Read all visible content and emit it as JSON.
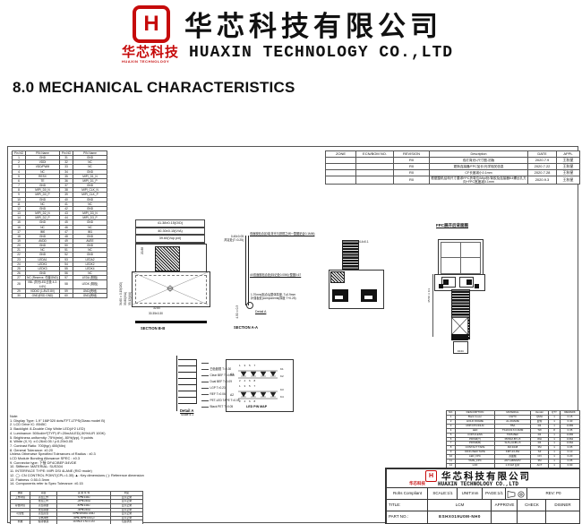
{
  "header": {
    "logo_text": "H",
    "brand_cn": "华芯科技",
    "brand_en": "HUAXIN TECHNOLOGY",
    "company_cn": "华芯科技有限公司",
    "company_en": "HUAXIN TECHNOLOGY CO.,LTD",
    "brand_red": "#c60b0b"
  },
  "section_title": "8.0 MECHANICAL CHARACTERISTICS",
  "pin_table": {
    "headers": [
      "Pin NO",
      "PIN Name",
      "Pin NO",
      "PIN Name"
    ],
    "rows": [
      [
        "1",
        "GND",
        "31",
        "GND"
      ],
      [
        "2",
        "VDDI",
        "32",
        "NC"
      ],
      [
        "3",
        "VDD/PWM",
        "33",
        "NC"
      ],
      [
        "4",
        "NC",
        "34",
        "GND"
      ],
      [
        "5",
        "RESX",
        "35",
        "MIPI_D1_N"
      ],
      [
        "6",
        "TE",
        "36",
        "MIPI_D1_P"
      ],
      [
        "7",
        "GND",
        "37",
        "GND"
      ],
      [
        "8",
        "MIPI_D0_N",
        "38",
        "MIPI_CLK_N"
      ],
      [
        "9",
        "MIPI_D0_P",
        "39",
        "MIPI_CLK_P"
      ],
      [
        "10",
        "GND",
        "40",
        "GND"
      ],
      [
        "11",
        "NC",
        "41",
        "NC"
      ],
      [
        "12",
        "GND",
        "42",
        "GND"
      ],
      [
        "13",
        "MIPI_D2_N",
        "43",
        "MIPI_D3_N"
      ],
      [
        "14",
        "MIPI_D2_P",
        "44",
        "MIPI_D3_P"
      ],
      [
        "15",
        "GND",
        "45",
        "GND"
      ],
      [
        "16",
        "NC",
        "46",
        "NC"
      ],
      [
        "17",
        "IM0",
        "47",
        "IM1"
      ],
      [
        "18",
        "GND",
        "48",
        "GND"
      ],
      [
        "19",
        "AVDD",
        "49",
        "AVEE"
      ],
      [
        "20",
        "GND",
        "50",
        "GND"
      ],
      [
        "21",
        "NC",
        "51",
        "NC"
      ],
      [
        "22",
        "GND",
        "52",
        "GND"
      ],
      [
        "23",
        "LEDA1",
        "53",
        "LEDA2"
      ],
      [
        "24",
        "LEDK1",
        "54",
        "LEDK2"
      ],
      [
        "25",
        "LEDK3",
        "55",
        "LEDK4"
      ],
      [
        "26",
        "GND",
        "56",
        "NC"
      ],
      [
        "27",
        "NC (Reserve, 勿接GND)",
        "57",
        "LEDA (阳极)"
      ],
      [
        "28",
        "VBL (背光LED正极 4.2-4.6V)",
        "58",
        "LEDK (阴极)"
      ],
      [
        "29",
        "VDDIO (1.8V/2.8V)",
        "59",
        "GND(壳地)"
      ],
      [
        "30",
        "GND(ESD GND)",
        "60",
        "GND(壳地)"
      ]
    ]
  },
  "revision_table": {
    "headers": [
      "ZONE",
      "ECN/BOM NO.",
      "REVISION",
      "Description",
      "DATE",
      "APPL"
    ],
    "rows": [
      [
        "",
        "",
        "R0",
        "双灯背光L尺寸图-初版",
        "2020.7.9",
        "王秋星"
      ],
      [
        "",
        "",
        "R0",
        "更换连接器/FPC加长/光学相关信息",
        "2020.7.22",
        "王秋星"
      ],
      [
        "",
        "",
        "R0",
        "CF长度减小0.1mm",
        "2020.7.28",
        "王秋星"
      ],
      [
        "",
        "",
        "R0",
        "根据整机结构尺寸要求FPC折弯位/Mipi处/背胶及连接器K4螺丝孔方向+FPC宽度减0.1mm",
        "2020.9.3",
        "王秋星"
      ]
    ]
  },
  "drawing": {
    "front_view": {
      "dims_top": [
        "41.38±0.15(O/D)",
        "40.30±0.15(V/A)",
        "39.60(Vop pxl)",
        "38.88(A/A)"
      ],
      "dim_inner": "20.88",
      "dims_left": [
        "34.60±0.15(O/D)",
        "33.80(V/A)",
        "33.12(A/A)"
      ],
      "dim_bottom1": "32.60",
      "dim_bottom2": "30.35±0.30",
      "section_label": "SECTION B-B"
    },
    "section_aa": {
      "note_top_left1": "0.40±0.05",
      "note_top_left2": "邦定处(T=0.25)",
      "note_top_right": "双面胶贴合区域(背光与铁框之间一整圈贴合0.1MM)",
      "note_mid": "4X双面胶贴合处(标记处0.05M)·整圈0.67",
      "note_bottom1": "1.70mm(贴合后整体厚度, T≤0.9mm",
      "note_bottom2": "补强板处(components)厚度 T+0.25)",
      "detail_label": "Detail A",
      "dim_left": "4.50±0.3",
      "section_label": "SECTION A-A"
    },
    "folded_view": {
      "dim_tip": "4.4±0.1"
    },
    "unfolded_view": {
      "title": "FPC展开后背面图",
      "dim_left": "35.50±0.3",
      "connector_label": "DF4C"
    },
    "detail_a": {
      "layers": [
        "白色胶框 T=0.30",
        "Clear BEF T=0.065",
        "Dual BEF T=0.09",
        "LGP T=0.23",
        "REF T=0.06",
        "PET-LED TAPE T=0.05",
        "Black PET T=0.05"
      ],
      "label": "Detail A",
      "scale": "Scale 5:1"
    },
    "led_pin_map": {
      "title": "LED PIN MAP",
      "rows": [
        {
          "label": "A1",
          "top": "1    3    5    7",
          "bottom": "2    4    6    8",
          "k_top": "K1",
          "k_bottom": "K2"
        },
        {
          "label": "A2",
          "top": "1    3    5    7",
          "bottom": "2    4    6    8",
          "k_top": "K3",
          "k_bottom": "K4"
        }
      ]
    }
  },
  "notes": {
    "lines": [
      "Note:",
      "1. Display Type: 1.9\" 168*320 dots/TFT-LTPS(Glass model B)",
      "2. LCD Drive IC: 8545C",
      "3. Backlight: 8-Double Chip White LED(4*2 LED)",
      "4. Luminance: 500cd/m²(TYP)  IF=20mA/LED(-50%/LIR 100K)",
      "5. Brightness uniformity: 75%(min), 80%(typ), 9 points",
      "6. White (X,Y): x:0.26±0.05 / y:0.29±0.05",
      "7. Contrast Ratio: 700(typ) 400(Min)",
      "8. General Tolerance: ±0.20",
      "    Unless Otherwise Specified Tolerances of Radius : ±0.3",
      "    LCD Module Bonding Allowance SPEC : ±0.3",
      "9. Connector type: 下接 DF4C/BEP-54VDE",
      "10. Stiffener: MATERIAL: SUS304",
      "11. INTERFACE TYPE: MIPI DSI 4LANE (RIO mode)",
      "12. ◯: CN CONTROL POINT(CPL=1.35)   ▲: Key dimensions  ( ): Reference dimension",
      "13. Flatness: 0.50-0.3mm",
      "14. Components refer to Spec Tolerance: ±0.15"
    ]
  },
  "env_table": {
    "headers": [
      "类别",
      "项目",
      "试 验 条 件",
      "判定"
    ],
    "rows": [
      [
        "工作环境",
        "高温工作",
        "70℃ 240H",
        "显示正常"
      ],
      [
        "",
        "低温工作",
        "-20℃ 240H",
        "显示正常"
      ],
      [
        "存储环境",
        "高温存储",
        "80℃ 240H",
        "显示正常"
      ],
      [
        "",
        "低温存储",
        "-30℃ 240H",
        "显示正常"
      ],
      [
        "可靠性",
        "高温高湿",
        "60℃ 90%RH 240H",
        "显示正常"
      ],
      [
        "",
        "冷热冲击",
        "-30℃~80℃ 100cyc",
        "显示正常"
      ],
      [
        "机械",
        "振动/跌落",
        "10-55Hz 1.5mm 2H",
        "包装状态"
      ]
    ]
  },
  "bom_table": {
    "headers": [
      "NO.",
      "DESCRIPTION",
      "MATERIAL",
      "Vendor",
      "QTY",
      "REMARK"
    ],
    "rows": [
      [
        "1",
        "Back Cover",
        "GW70",
        "QMH",
        "1",
        "0.15"
      ],
      [
        "2",
        "HOLD FRAME",
        "AL-FRAME",
        "白鹭",
        "1",
        "0.40"
      ],
      [
        "3",
        "MIPI FPC/FILM",
        "TBA",
        "R4",
        "1",
        "0.065"
      ],
      [
        "4",
        "LED",
        "TS19 R2.6 0.4MM",
        "TW",
        "8",
        "0.35"
      ],
      [
        "5",
        "COPC/LENS",
        "T065-BEF",
        "R4",
        "1",
        "0.065"
      ],
      [
        "6",
        "PRISM(T)",
        "PRISM-BT-L5",
        "WH",
        "1",
        "0.062"
      ],
      [
        "7",
        "PRISM(B)",
        "SUS+GNB-L5",
        "R4",
        "1",
        "0.062"
      ],
      [
        "8",
        "CONTACT TAPE",
        "3M-9448",
        "3M",
        "1",
        "0.05"
      ],
      [
        "9",
        "DIFFUSER TAPE",
        "KMT-23-9W",
        "SZ",
        "1",
        "0.10"
      ],
      [
        "10",
        "LED_FPC",
        "双面板",
        "CN",
        "1",
        "0.20"
      ],
      [
        "11",
        "TAPE_FPC",
        "ANT-HBNSPV",
        "3M",
        "1",
        "0.05"
      ],
      [
        "12",
        "LCD",
        "1.9 GM 白片",
        "ACT",
        "1",
        "0.90"
      ]
    ]
  },
  "title_block": {
    "company_cn": "华芯科技有限公司",
    "company_en": "HUAXIN TECHNOLOGY CO.,LTD",
    "brand_cn": "华芯科技",
    "rohs": "Rohs Compliant",
    "scale": "SCALE:1/1",
    "unit": "UNIT:mm",
    "page": "PAGE:1/1",
    "rev": "REV: P0",
    "title_label": "TITLE:",
    "title_value": "LCM",
    "approve": "APPROVE",
    "check": "CHECK",
    "designer": "DISINER",
    "partno_label": "PART NO.:",
    "partno_value": "ESHX019U0M-NH0"
  }
}
